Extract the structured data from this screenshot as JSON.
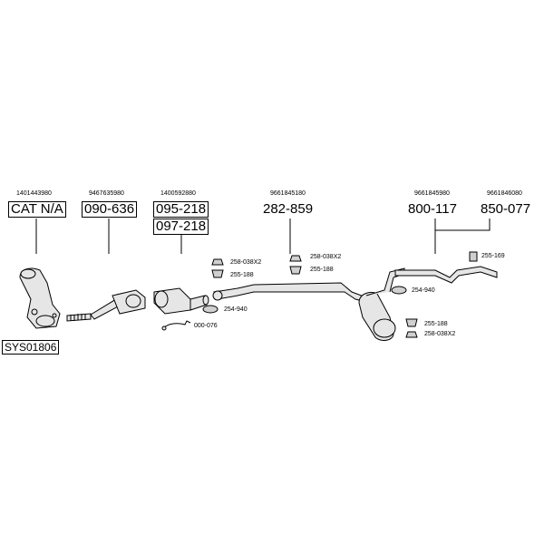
{
  "system_code": "SYS01806",
  "parts": [
    {
      "ref": "1401443980",
      "code": "CAT N/A"
    },
    {
      "ref": "9467635980",
      "code": "090-636"
    },
    {
      "ref": "1400592880",
      "code": "095-218",
      "alt_code": "097-218"
    },
    {
      "ref": "9661845180",
      "code": "282-859"
    },
    {
      "ref": "9661845980",
      "code": "800-117"
    },
    {
      "ref": "9661846080",
      "code": "850-077"
    }
  ],
  "fittings": {
    "a_top": "258-038X2",
    "a_mid": "255-188",
    "a_clamp": "254-940",
    "a_sensor": "000-076",
    "b_top": "258-038X2",
    "b_mid": "255-188",
    "c_clamp": "254-940",
    "c_hanger": "255-169",
    "d_mid": "255-188",
    "d_bot": "258-038X2"
  }
}
